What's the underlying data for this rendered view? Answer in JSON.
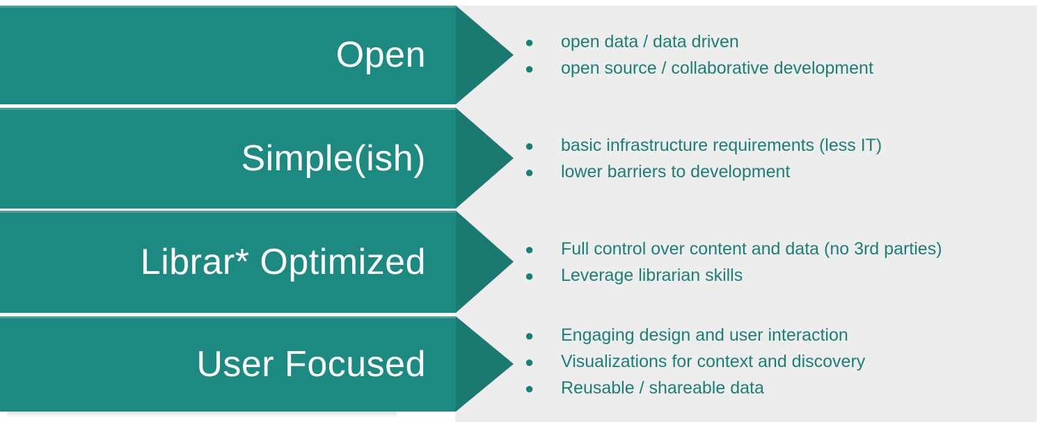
{
  "theme": {
    "chevron_body_color": "#1d8a81",
    "chevron_head_color": "#1a7a72",
    "panel_background_color": "#ededed",
    "page_background_color": "#ffffff",
    "bullet_text_color": "#1b7f76",
    "chevron_label_color": "#ffffff"
  },
  "rows": [
    {
      "label": "Open",
      "bullets": [
        "open data / data driven",
        "open source / collaborative development"
      ]
    },
    {
      "label": "Simple(ish)",
      "bullets": [
        "basic infrastructure requirements (less IT)",
        "lower barriers to development"
      ]
    },
    {
      "label": "Librar* Optimized",
      "bullets": [
        "Full control over content and data (no 3rd parties)",
        "Leverage librarian skills"
      ]
    },
    {
      "label": "User Focused",
      "bullets": [
        "Engaging design and user interaction",
        "Visualizations for context and discovery",
        "Reusable / shareable data"
      ]
    }
  ]
}
